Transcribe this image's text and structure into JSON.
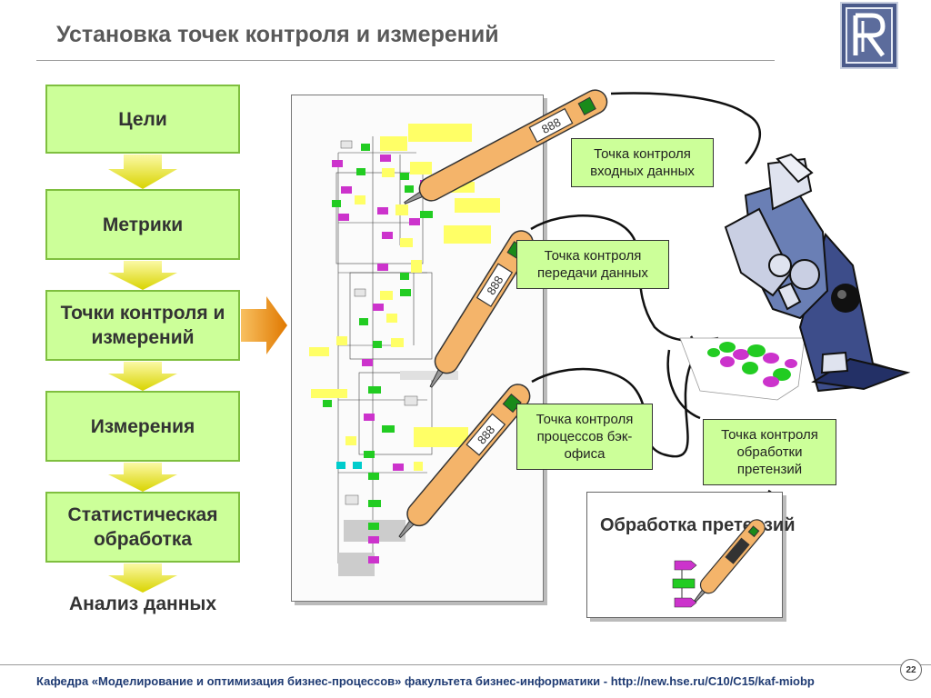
{
  "header": {
    "title": "Установка точек контроля и измерений"
  },
  "steps": [
    {
      "label": "Цели"
    },
    {
      "label": "Метрики"
    },
    {
      "label": "Точки контроля и измерений"
    },
    {
      "label": "Измерения"
    },
    {
      "label": "Статистическая обработка"
    }
  ],
  "final_step": "Анализ данных",
  "callouts": {
    "input": "Точка контроля входных данных",
    "transfer": "Точка контроля передачи данных",
    "backoffice": "Точка контроля процессов бэк-офиса",
    "claims": "Точка контроля обработки претензий"
  },
  "claim_panel": {
    "title": "Обработка претензий"
  },
  "colors": {
    "step_fill": "#ccff99",
    "step_border": "#7fbf3f",
    "arrow_down": "#e8e400",
    "arrow_right": "#f08c00",
    "thermometer": "#f4b46a",
    "title_text": "#595959",
    "footer_text": "#1f3b73"
  },
  "footer": {
    "text": "Кафедра «Моделирование и оптимизация бизнес-процессов» факультета бизнес-информатики - http://new.hse.ru/C10/C15/kaf-miobp",
    "page_number": "22"
  }
}
